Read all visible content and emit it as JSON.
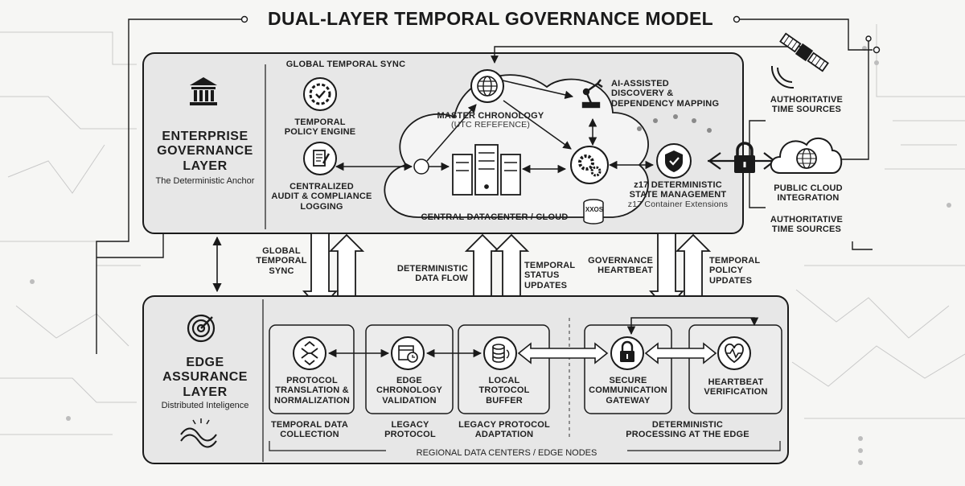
{
  "title": "DUAL-LAYER TEMPORAL GOVERNANCE MODEL",
  "enterprise": {
    "title_line1": "ENTERPRISE",
    "title_line2": "GOVERNANCE",
    "title_line3": "LAYER",
    "subtitle": "The Deterministic Anchor",
    "global_sync_label": "GLOBAL TEMPORAL SYNC",
    "policy_engine_line1": "TEMPORAL",
    "policy_engine_line2": "POLICY ENGINE",
    "audit_line1": "CENTRALIZED",
    "audit_line2": "AUDIT & COMPLIANCE",
    "audit_line3": "LOGGING",
    "master_line1": "MASTER CHRONOLOGY",
    "master_line2": "(UTC REFEFENCE)",
    "ai_line1": "AI-ASSISTED",
    "ai_line2": "DISCOVERY &",
    "ai_line3": "DEPENDENCY MAPPING",
    "z17_line1": "z17 DETERMINISTIC",
    "z17_line2": "STATE MANAGEMENT",
    "z17_line3": "z17 Container Extensions",
    "zos_label": "XXOS",
    "cloud_label": "CENTRAL DATACENTER / CLOUD"
  },
  "external": {
    "auth_top_line1": "AUTHORITATIVE",
    "auth_top_line2": "TIME SOURCES",
    "public_cloud_line1": "PUBLIC CLOUD",
    "public_cloud_line2": "INTEGRATION",
    "auth_bottom_line1": "AUTHORITATIVE",
    "auth_bottom_line2": "TIME SOURCES"
  },
  "flows": {
    "global_sync_line1": "GLOBAL",
    "global_sync_line2": "TEMPORAL",
    "global_sync_line3": "SYNC",
    "det_flow_line1": "DETERMINISTIC",
    "det_flow_line2": "DATA FLOW",
    "status_line1": "TEMPORAL",
    "status_line2": "STATUS",
    "status_line3": "UPDATES",
    "heartbeat_line1": "GOVERNANCE",
    "heartbeat_line2": "HEARTBEAT",
    "policy_line1": "TEMPORAL",
    "policy_line2": "POLICY",
    "policy_line3": "UPDATES"
  },
  "edge": {
    "title_line1": "EDGE",
    "title_line2": "ASSURANCE",
    "title_line3": "LAYER",
    "subtitle": "Distributed Inteligence",
    "protocol_line1": "PROTOCOL",
    "protocol_line2": "TRANSLATION &",
    "protocol_line3": "NORMALIZATION",
    "chrono_line1": "EDGE",
    "chrono_line2": "CHRONOLOGY",
    "chrono_line3": "VALIDATION",
    "buffer_line1": "LOCAL",
    "buffer_line2": "TROTOCOL",
    "buffer_line3": "BUFFER",
    "secure_line1": "SECURE",
    "secure_line2": "COMMUNICATION",
    "secure_line3": "GATEWAY",
    "heartbeat_line1": "HEARTBEAT",
    "heartbeat_line2": "VERIFICATION",
    "collection_line1": "TEMPORAL DATA",
    "collection_line2": "COLLECTION",
    "legacy_line1": "LEGACY",
    "legacy_line2": "PROTOCOL",
    "adaptation_line1": "LEGACY PROTOCOL",
    "adaptation_line2": "ADAPTATION",
    "processing_line1": "DETERMINISTIC",
    "processing_line2": "PROCESSING AT THE EDGE",
    "footer": "REGIONAL DATA CENTERS / EDGE NODES"
  }
}
